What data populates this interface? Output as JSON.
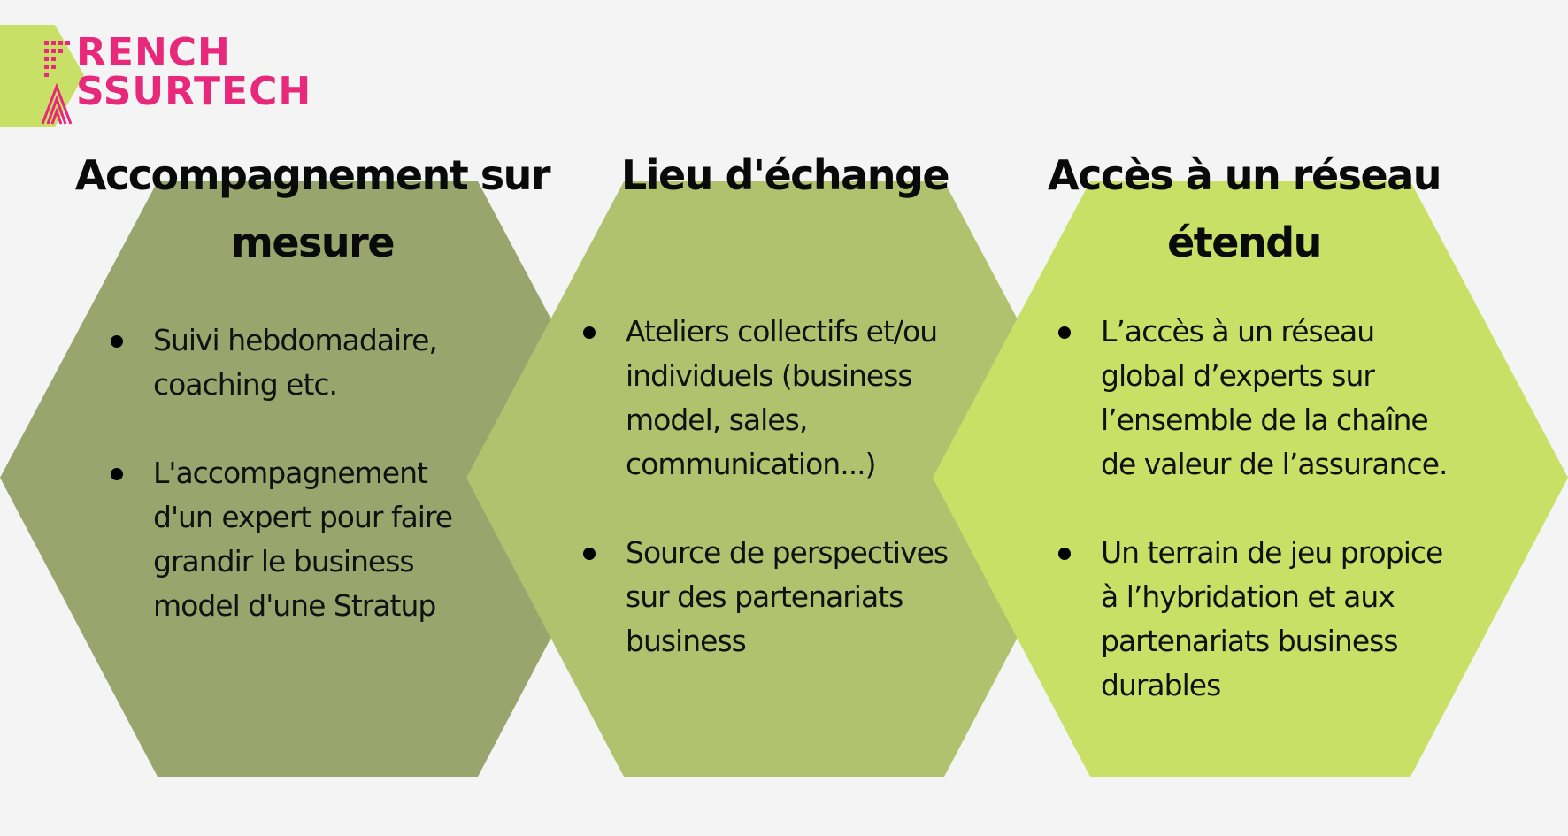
{
  "brand": {
    "line1": "RENCH",
    "line2": "SSURTECH",
    "color": "#e8287a",
    "badge_color": "#c8e065"
  },
  "columns": [
    {
      "title": "Accompagnement sur mesure",
      "color": "#9aa56e",
      "bullets": [
        "Suivi hebdomadaire, coaching etc.",
        "L'accompagnement d'un expert pour faire grandir le business model d'une Stratup"
      ]
    },
    {
      "title": "Lieu d'échange",
      "color": "#b0c26e",
      "bullets": [
        "Ateliers collectifs et/ou individuels (business model, sales, communication...)",
        "Source de perspectives sur des partenariats business"
      ]
    },
    {
      "title": "Accès à un réseau étendu",
      "color": "#c8e065",
      "bullets": [
        "L’accès à un réseau global d’experts sur l’ensemble de la chaîne de valeur de l’assurance.",
        "Un terrain de jeu propice à l’hybridation et aux partenariats business durables"
      ]
    }
  ]
}
